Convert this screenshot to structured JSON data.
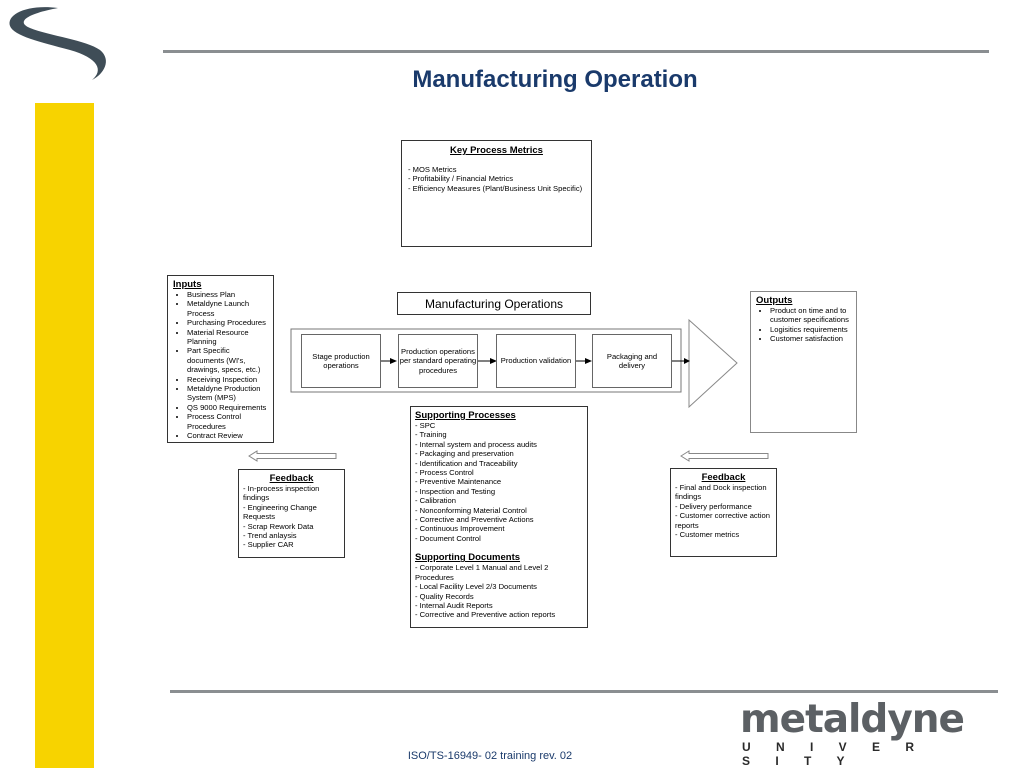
{
  "slide": {
    "title": "Manufacturing Operation",
    "footer": "ISO/TS-16949- 02 training rev. 02"
  },
  "key_metrics": {
    "heading": "Key Process Metrics",
    "items": [
      "-  MOS Metrics",
      "-  Profitability / Financial Metrics",
      "-  Efficiency Measures (Plant/Business Unit Specific)"
    ]
  },
  "inputs": {
    "heading": "Inputs",
    "items": [
      "Business Plan",
      "Metaldyne Launch Process",
      "Purchasing Procedures",
      "Material Resource Planning",
      "Part Specific documents (WI's, drawings, specs, etc.)",
      "Receiving Inspection",
      "Metaldyne Production System (MPS)",
      "QS 9000 Requirements",
      "Process Control Procedures",
      "Contract Review"
    ]
  },
  "process": {
    "label": "Manufacturing Operations",
    "steps": [
      "Stage production operations",
      "Production operations per standard operating procedures",
      "Production validation",
      "Packaging and delivery"
    ]
  },
  "outputs": {
    "heading": "Outputs",
    "items": [
      "Product on time and to customer specifications",
      "Logisitics requirements",
      "Customer satisfaction"
    ]
  },
  "feedback_left": {
    "heading": "Feedback",
    "items": [
      "-  In-process inspection findings",
      "-  Engineering Change Requests",
      "-  Scrap Rework Data",
      "-  Trend anlaysis",
      "-  Supplier CAR"
    ]
  },
  "feedback_right": {
    "heading": "Feedback",
    "items": [
      "-  Final and Dock inspection findings",
      "-  Delivery performance",
      "-  Customer corrective action reports",
      "-  Customer metrics"
    ]
  },
  "support": {
    "processes_heading": "Supporting Processes",
    "processes": [
      "-  SPC",
      "-  Training",
      "-  Internal system and process audits",
      "-  Packaging and preservation",
      "-  Identification and Traceability",
      "-  Process Control",
      "-  Preventive Maintenance",
      "-  Inspection and Testing",
      "-  Calibration",
      "-  Nonconforming Material Control",
      "-  Corrective and Preventive Actions",
      "-  Continuous Improvement",
      "-  Document Control"
    ],
    "documents_heading": "Supporting Documents",
    "documents": [
      "-  Corporate Level 1 Manual and Level 2 Procedures",
      "-  Local Facility Level 2/3 Documents",
      "-  Quality Records",
      "-  Internal Audit Reports",
      "-  Corrective and Preventive action reports"
    ]
  },
  "brand": {
    "logo_name": "metaldyne",
    "logo_sub": "U N I V E R S I T Y",
    "accent": "#f7d300",
    "title_color": "#1a3a6b"
  }
}
